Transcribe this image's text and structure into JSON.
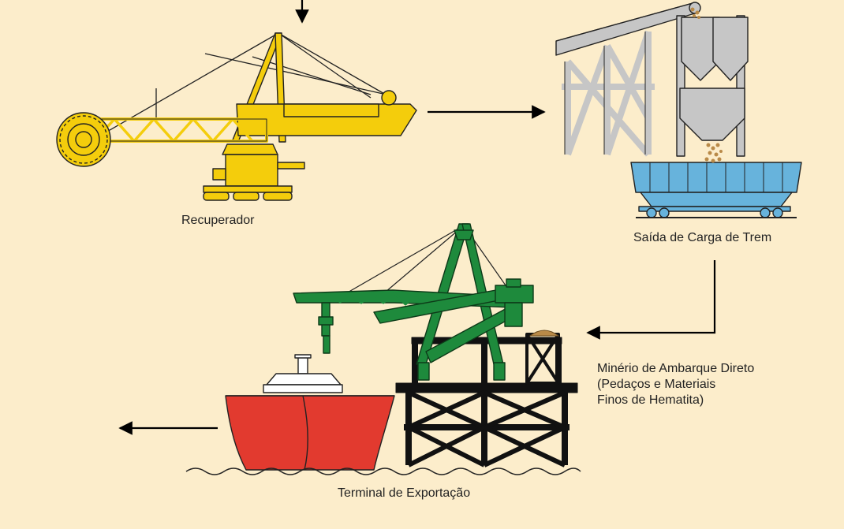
{
  "labels": {
    "reclaimer": "Recuperador",
    "train_loading": "Saída de Carga de Trem",
    "direct_ore_line1": "Minério de Ambarque Direto",
    "direct_ore_line2": "(Pedaços e Materiais",
    "direct_ore_line3": "Finos de Hematita)",
    "export_terminal": "Terminal de Exportação"
  },
  "colors": {
    "background": "#fcedcb",
    "reclaimer": "#f4cd0c",
    "silo": "#c6c6c6",
    "wagon": "#67b3dc",
    "shiploader": "#1e8a3c",
    "ship_hull": "#e23a2f",
    "ore": "#b98a48"
  }
}
